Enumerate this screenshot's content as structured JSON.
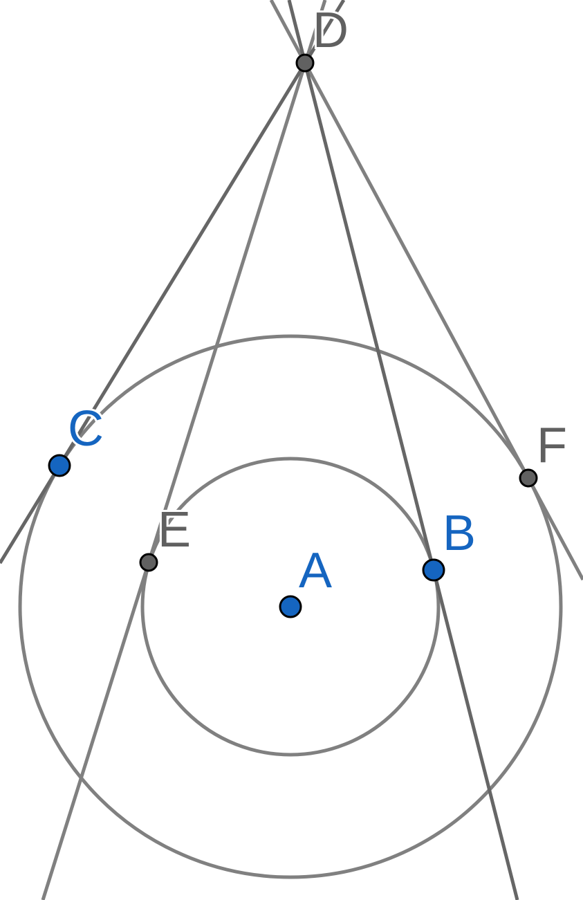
{
  "colors": {
    "line_dark": "#666666",
    "line_light": "#808080",
    "circle": "#808080",
    "point_gray": "#616161",
    "point_blue": "#1565C0",
    "label_gray": "#606060",
    "label_blue": "#1565C0"
  },
  "points": [
    {
      "id": "A",
      "label": "A",
      "color": "blue"
    },
    {
      "id": "B",
      "label": "B",
      "color": "blue"
    },
    {
      "id": "C",
      "label": "C",
      "color": "blue"
    },
    {
      "id": "D",
      "label": "D",
      "color": "gray"
    },
    {
      "id": "E",
      "label": "E",
      "color": "gray"
    },
    {
      "id": "F",
      "label": "F",
      "color": "gray"
    }
  ]
}
